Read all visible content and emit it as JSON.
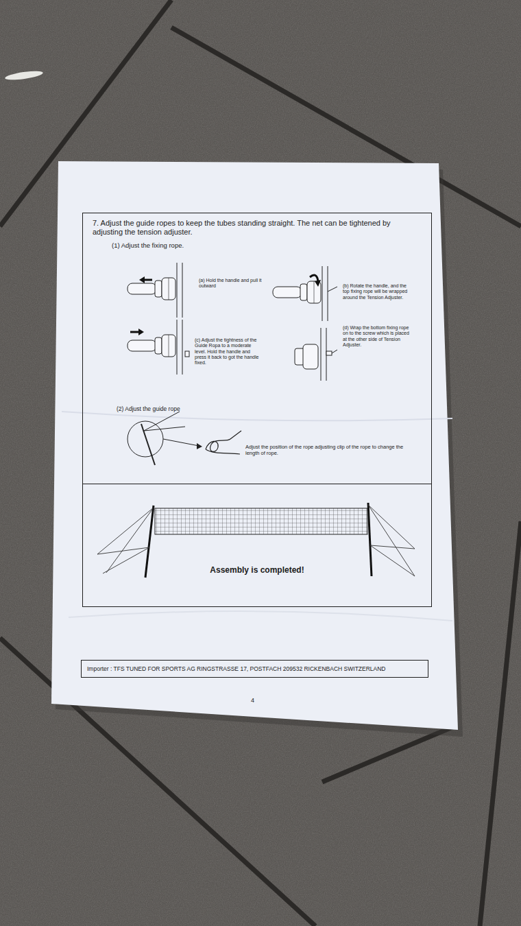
{
  "diagram": {
    "nodes": [
      {
        "text": [
          "7. Adjust the guide ropes to keep the tubes standing straight. The net can be tightened by adjusting the tension adjuster."
        ]
      },
      {
        "text": [
          "Assembly is completed!"
        ],
        "in": 0
      },
      {
        "text": [
          "Importer : TFS TUNED FOR SPORTS AG  RINGSTRASSE 17, POSTFACH 209532 RICKENBACH SWITZERLAND"
        ]
      }
    ],
    "labels": [
      "(1) Adjust the fixing rope.",
      "(a) Hold the handle and pull it outward",
      "(b) Rotate the handle, and the top fixing rope will be wrapped around the Tension Adjuster.",
      "(c) Adjust the tightness of the Guide Ropa to a moderate level. Hold the handle and press it back to got the handle fixed.",
      "(d) Wrap the bottom fixing rope on to the screw which is placed at the other side of Tension Adjuster.",
      "(2) Adjust the guide rope",
      "Adjust the position of the rope adjusting clip of the rope to change the length of rope.",
      "4"
    ]
  }
}
